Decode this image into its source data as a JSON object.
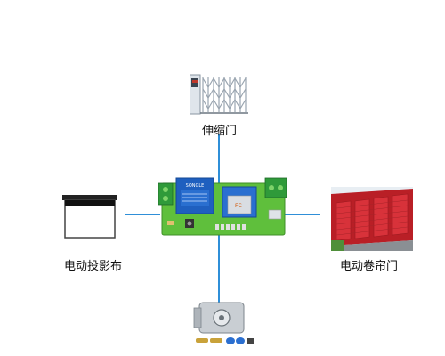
{
  "nodes": {
    "top": {
      "label": "伸缩门",
      "icon": "retractable-gate-icon"
    },
    "left": {
      "label": "电动投影布",
      "icon": "projector-screen-icon"
    },
    "right": {
      "label": "电动卷帘门",
      "icon": "rolling-shutter-door-icon"
    },
    "bottom": {
      "label": "",
      "icon": "electronic-door-lock-icon"
    }
  },
  "center": {
    "icon": "relay-board-icon",
    "relay_brand": "SONGLE"
  },
  "colors": {
    "connector_line": "#2f8fd8",
    "pcb_green": "#5fbf3c",
    "relay_blue": "#1f5fbf",
    "terminal_green": "#2f9a3a",
    "shutter_red": "#c8262c"
  }
}
